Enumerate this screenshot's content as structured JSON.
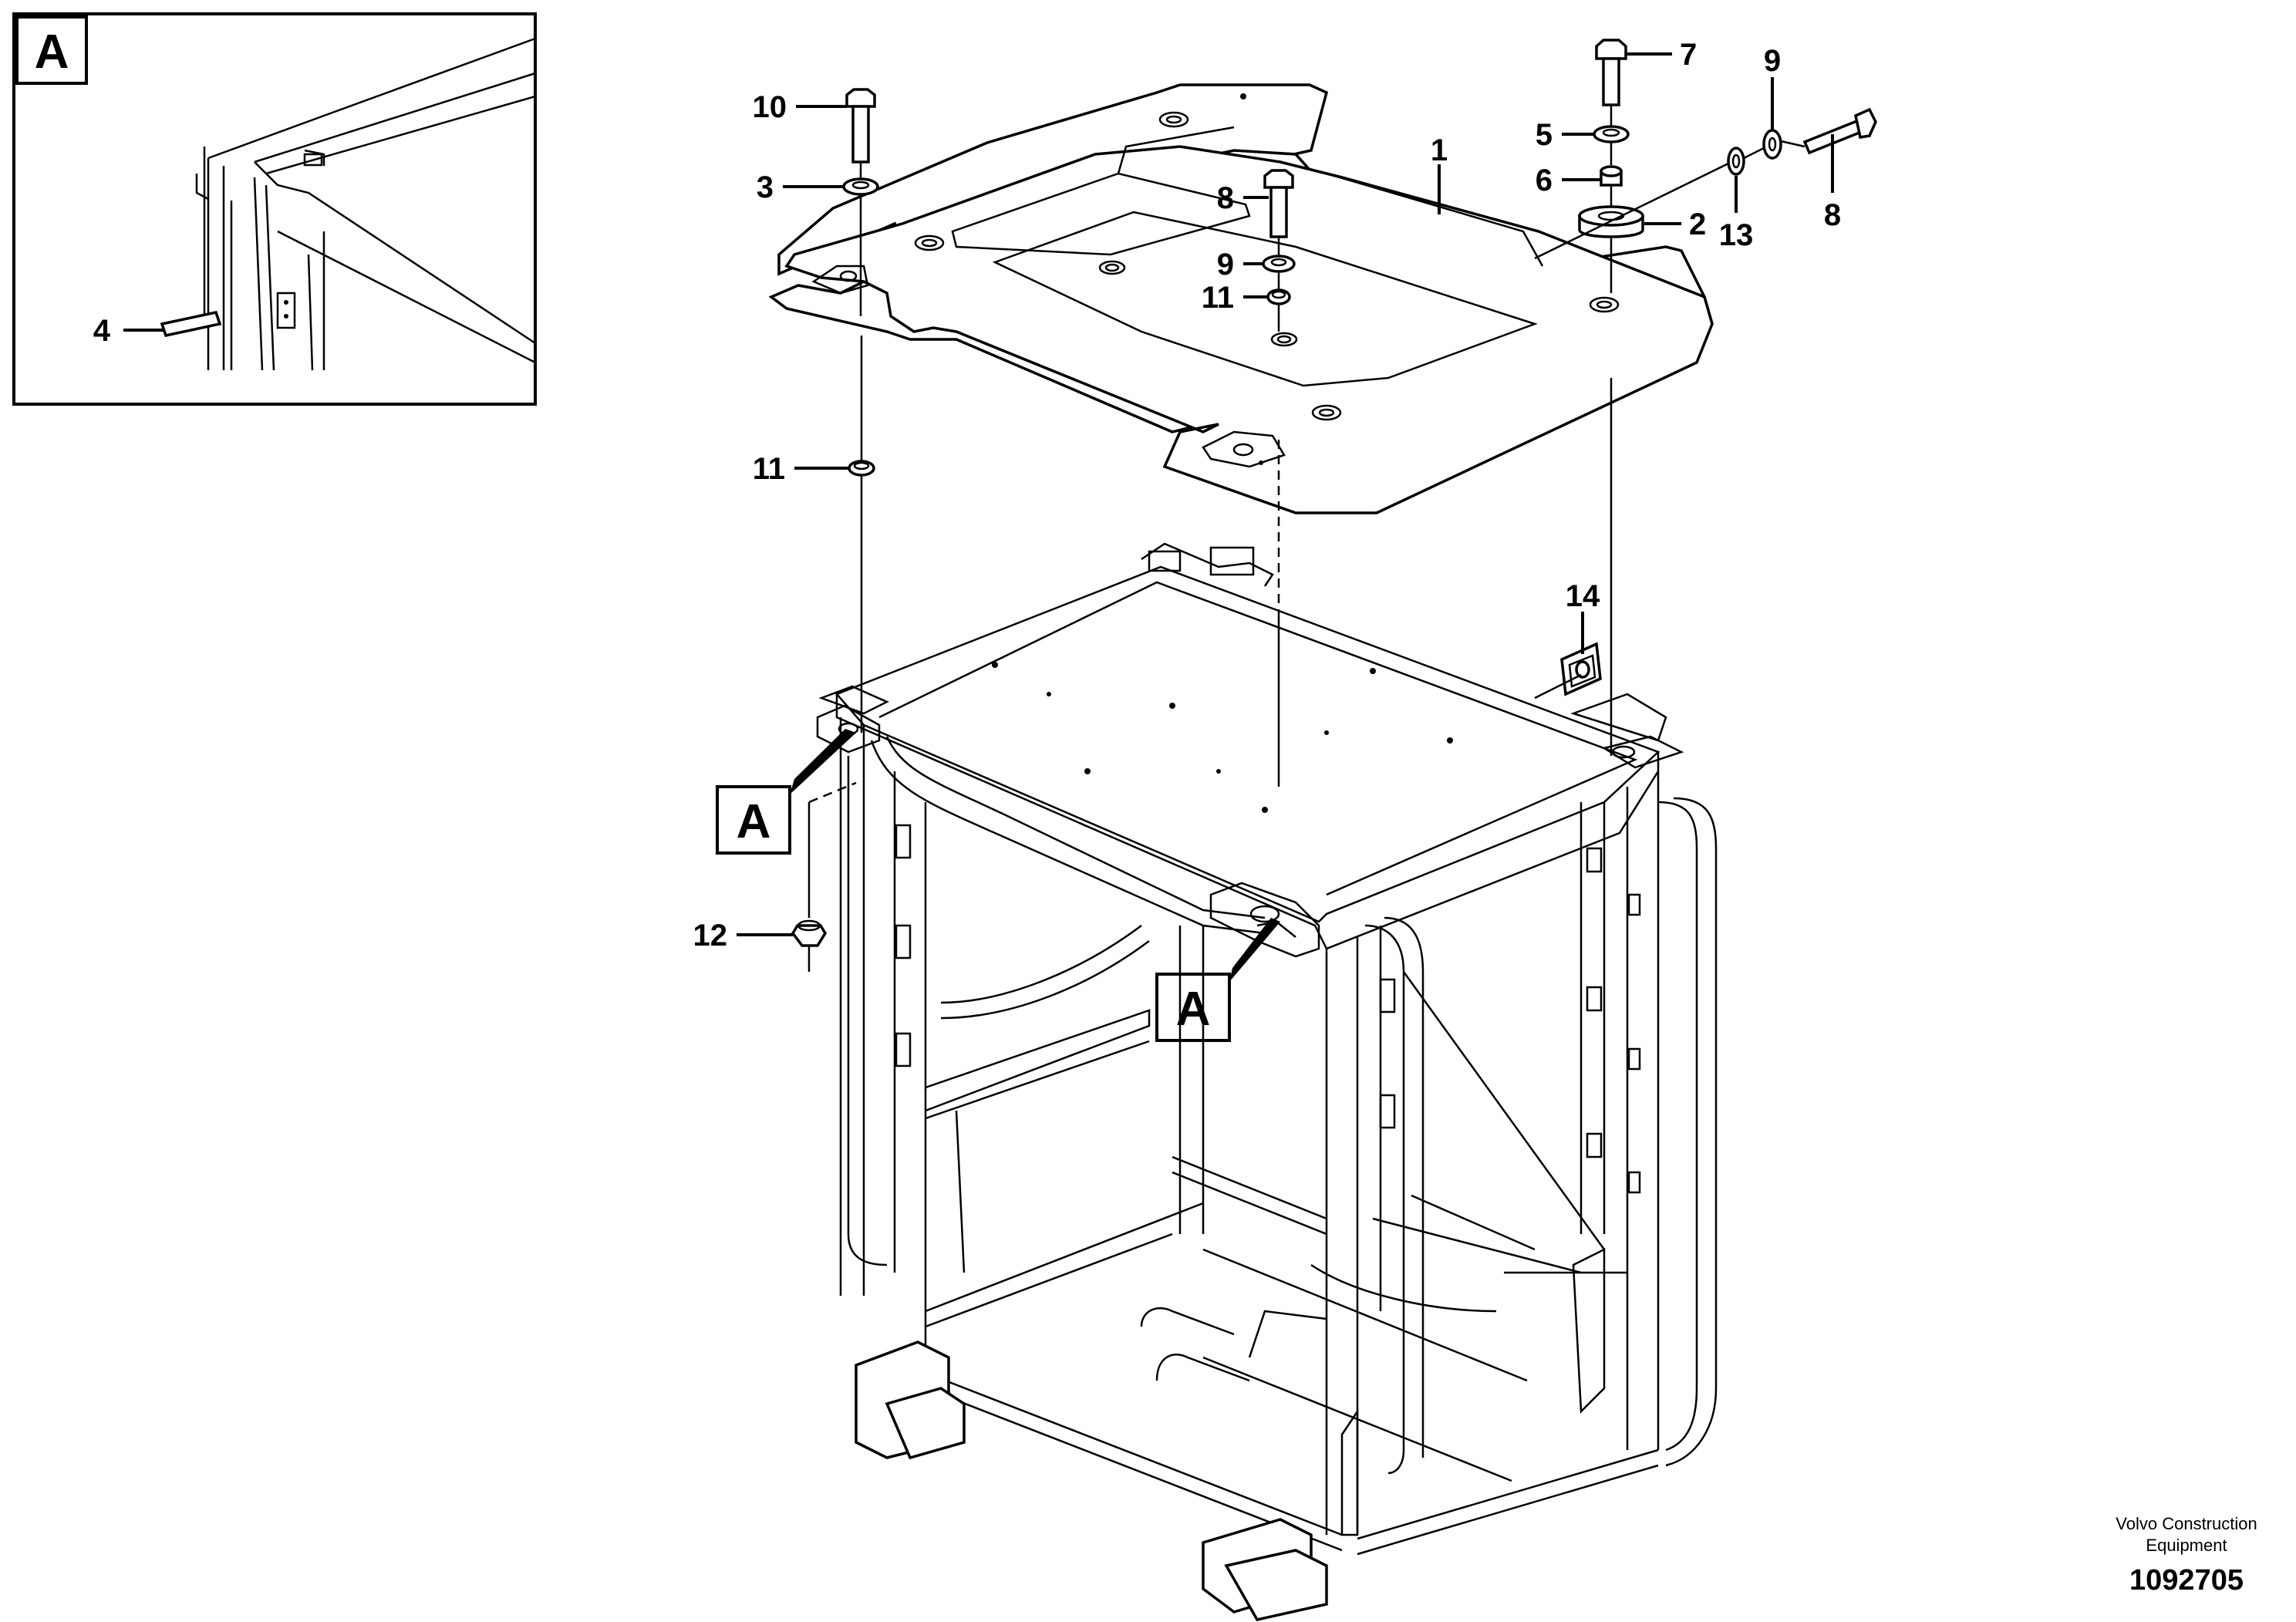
{
  "detail_view": {
    "letter": "A",
    "callout": "4"
  },
  "detail_refs": [
    "A",
    "A"
  ],
  "callouts": {
    "c1": "1",
    "c2": "2",
    "c3": "3",
    "c5": "5",
    "c6": "6",
    "c7": "7",
    "c8a": "8",
    "c8b": "8",
    "c9a": "9",
    "c9b": "9",
    "c10": "10",
    "c11a": "11",
    "c11b": "11",
    "c12": "12",
    "c13": "13",
    "c14": "14"
  },
  "footer": {
    "line1": "Volvo Construction",
    "line2": "Equipment",
    "number": "1092705"
  }
}
